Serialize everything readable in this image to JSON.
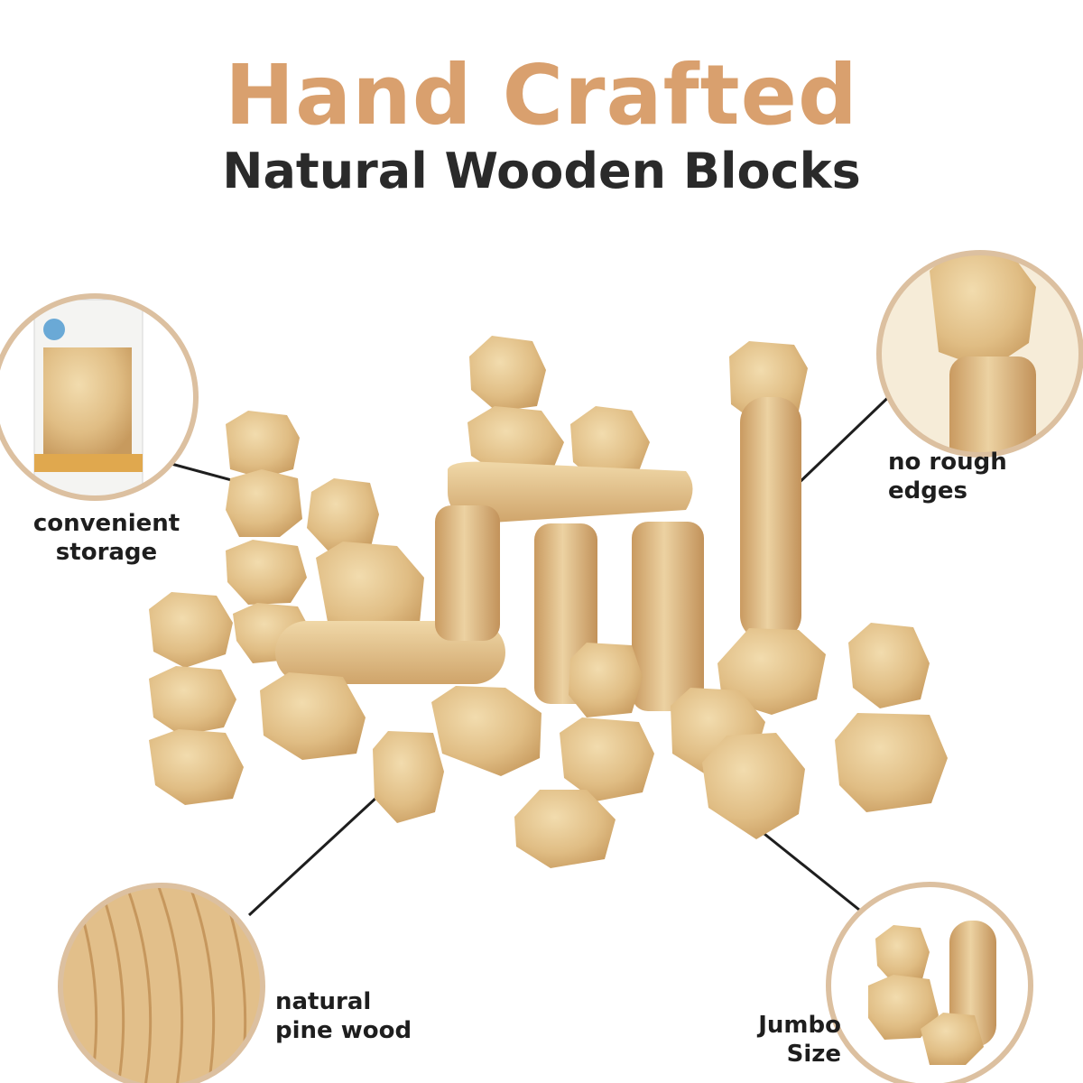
{
  "header": {
    "title": "Hand Crafted",
    "subtitle": "Natural Wooden Blocks"
  },
  "callouts": {
    "storage": {
      "line1": "convenient",
      "line2": "storage",
      "icon": "storage-bucket-icon"
    },
    "edges": {
      "text": "no rough edges",
      "icon": "smooth-edge-closeup-icon"
    },
    "pine": {
      "line1": "natural",
      "line2": "pine wood",
      "icon": "wood-grain-closeup-icon"
    },
    "jumbo": {
      "line1": "Jumbo",
      "line2": "Size",
      "icon": "jumbo-blocks-icon"
    }
  },
  "colors": {
    "title": "#d9a06e",
    "subtitle": "#2a2a2a",
    "circle_border": "#dcc0a0",
    "wood_light": "#e8cc98",
    "wood_mid": "#d4aa70",
    "wood_dark": "#b48448"
  }
}
